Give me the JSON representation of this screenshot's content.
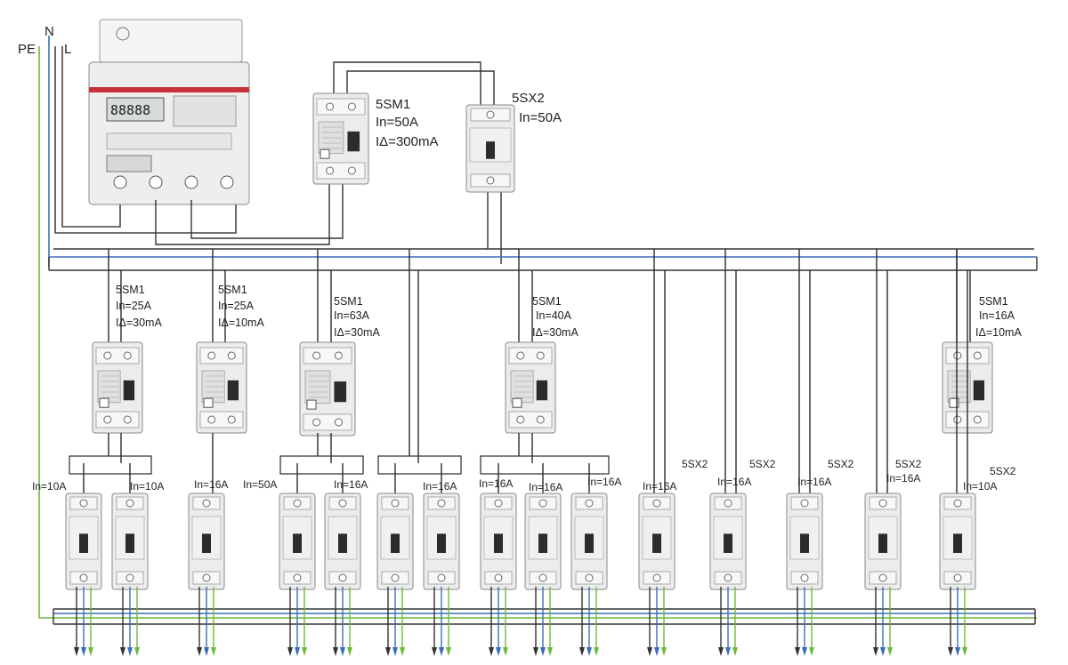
{
  "lines": {
    "pe": "PE",
    "n": "N",
    "l": "L"
  },
  "top_devices": [
    {
      "id": "rcd-main",
      "type": "5SM1",
      "in": "In=50A",
      "idelta": "IΔ=300mA"
    },
    {
      "id": "breaker-main",
      "type": "5SX2",
      "in": "In=50A"
    }
  ],
  "rcds": [
    {
      "type": "5SM1",
      "in": "In=25A",
      "idelta": "IΔ=30mA"
    },
    {
      "type": "5SM1",
      "in": "In=25A",
      "idelta": "IΔ=10mA"
    },
    {
      "type": "5SM1",
      "in": "In=63A",
      "idelta": "IΔ=30mA"
    },
    {
      "type": "5SM1",
      "in": "In=40A",
      "idelta": "IΔ=30mA"
    },
    {
      "type": "5SM1",
      "in": "In=16A",
      "idelta": "IΔ=10mA"
    }
  ],
  "breaker_labels": [
    {
      "type": "",
      "in": "In=10A"
    },
    {
      "type": "",
      "in": "In=10A"
    },
    {
      "type": "",
      "in": "In=16A"
    },
    {
      "type": "",
      "in": "In=50A"
    },
    {
      "type": "",
      "in": "In=16A"
    },
    {
      "type": "",
      "in": "In=16A"
    },
    {
      "type": "",
      "in": "In=16A"
    },
    {
      "type": "",
      "in": "In=16A"
    },
    {
      "type": "",
      "in": "In=16A"
    },
    {
      "type": "",
      "in": "In=16A"
    },
    {
      "type": "5SX2",
      "in": "In=16A"
    },
    {
      "type": "5SX2",
      "in": "In=16A"
    },
    {
      "type": "5SX2",
      "in": "In=16A"
    },
    {
      "type": "5SX2",
      "in": "In=10A"
    }
  ],
  "colors": {
    "wire": "#2a2a2a",
    "pe": "#6dbb3a",
    "neutral": "#3b6fb6",
    "phase": "#333333",
    "device_body": "#ececec",
    "device_stroke": "#8a8a8a"
  }
}
